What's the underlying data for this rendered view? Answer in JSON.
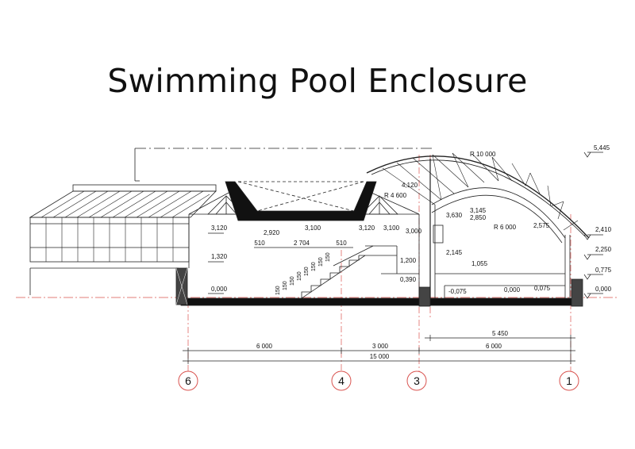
{
  "title": "Swimming Pool Enclosure",
  "axes": [
    {
      "label": "6"
    },
    {
      "label": "4"
    },
    {
      "label": "3"
    },
    {
      "label": "1"
    }
  ],
  "horizontal_dimensions": {
    "seg_6_4": "6 000",
    "seg_4_3": "3 000",
    "seg_3_1": "6 000",
    "total": "15 000",
    "inner_span": "5 450",
    "mid_2704": "2 704",
    "mid_510_left": "510",
    "mid_510_right": "510"
  },
  "radii": {
    "outer": "R 10 000",
    "small": "R 4 600",
    "inner": "R 6 000"
  },
  "levels": {
    "l_5445": "5,445",
    "l_2410": "2,410",
    "l_2250": "2,250",
    "l_0775": "0,775",
    "l_0000_right": "0,000",
    "l_4120": "4,120",
    "l_3630": "3,630",
    "l_3145": "3,145",
    "l_2850": "2,850",
    "l_2575": "2,575",
    "l_2145": "2,145",
    "l_1055": "1,055",
    "l_m0075": "-0,075",
    "l_0000_pool": "0,000",
    "l_0075": "0,075",
    "l_3120_left": "3,120",
    "l_1320": "1,320",
    "l_0000_left": "0,000",
    "l_2920": "2,920",
    "l_3100_a": "3,100",
    "l_3120_mid": "3,120",
    "l_3100_b": "3,100",
    "l_3000": "3,000",
    "l_1200": "1,200",
    "l_0390": "0,390"
  },
  "stair_steps": [
    "150",
    "150",
    "150",
    "150",
    "150",
    "150",
    "150",
    "150"
  ]
}
